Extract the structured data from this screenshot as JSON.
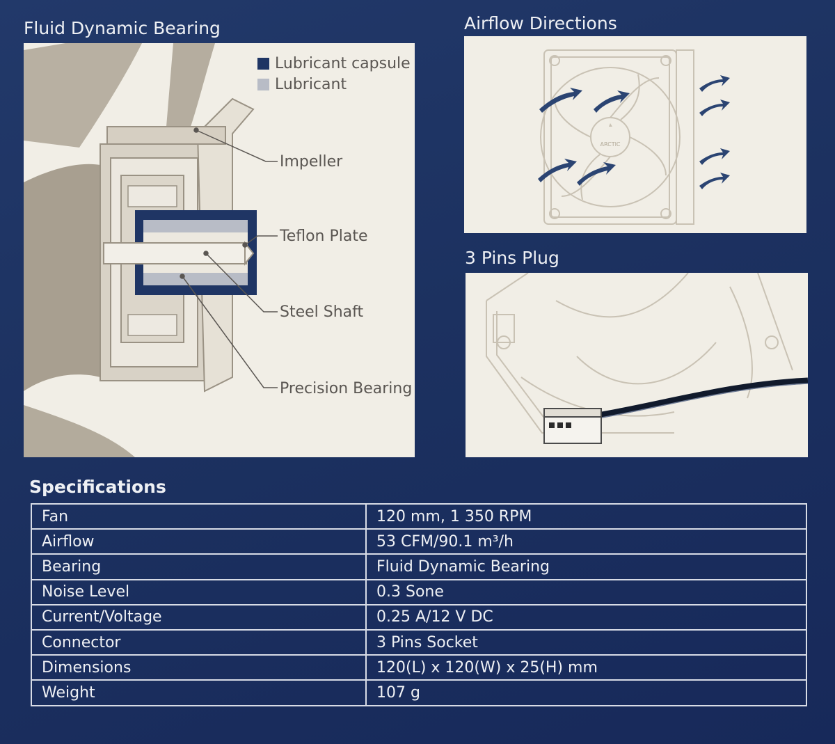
{
  "sections": {
    "bearing_title": "Fluid Dynamic Bearing",
    "airflow_title": "Airflow Directions",
    "plug_title": "3 Pins Plug"
  },
  "legend": [
    {
      "label": "Lubricant capsule",
      "color": "#1f3564"
    },
    {
      "label": "Lubricant",
      "color": "#b8bcc6"
    }
  ],
  "callouts": [
    "Impeller",
    "Teflon Plate",
    "Steel Shaft",
    "Precision Bearing"
  ],
  "fan_logo_text": "ARCTIC",
  "specifications": {
    "title": "Specifications",
    "rows": [
      {
        "label": "Fan",
        "value": "120 mm, 1 350 RPM"
      },
      {
        "label": "Airflow",
        "value": "53 CFM/90.1 m³/h"
      },
      {
        "label": "Bearing",
        "value": "Fluid Dynamic Bearing"
      },
      {
        "label": "Noise Level",
        "value": "0.3 Sone"
      },
      {
        "label": "Current/Voltage",
        "value": "0.25 A/12 V DC"
      },
      {
        "label": "Connector",
        "value": "3 Pins Socket"
      },
      {
        "label": "Dimensions",
        "value": "120(L) x 120(W) x 25(H) mm"
      },
      {
        "label": "Weight",
        "value": "107 g"
      }
    ]
  },
  "colors": {
    "background": "#1e3563",
    "panel": "#f1eee6",
    "line_art": "#c9c2b4",
    "accent": "#1f3564"
  }
}
